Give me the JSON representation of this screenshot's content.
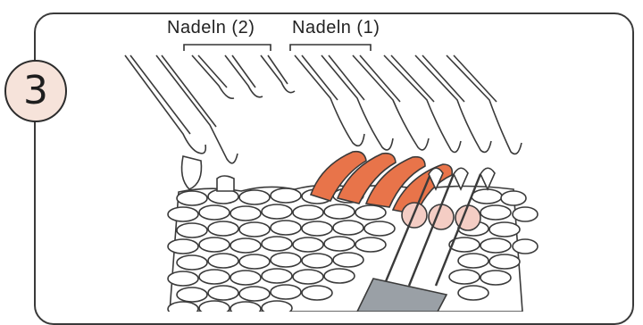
{
  "step_number": "3",
  "labels": {
    "needles_2": "Nadeln (2)",
    "needles_1": "Nadeln (1)"
  },
  "colors": {
    "frame": "#3a3a3a",
    "badge_fill": "#f6e3da",
    "loops_orange": "#e8744a",
    "loops_pink": "#f4cdc4",
    "tool_gray": "#9aa0a6"
  }
}
